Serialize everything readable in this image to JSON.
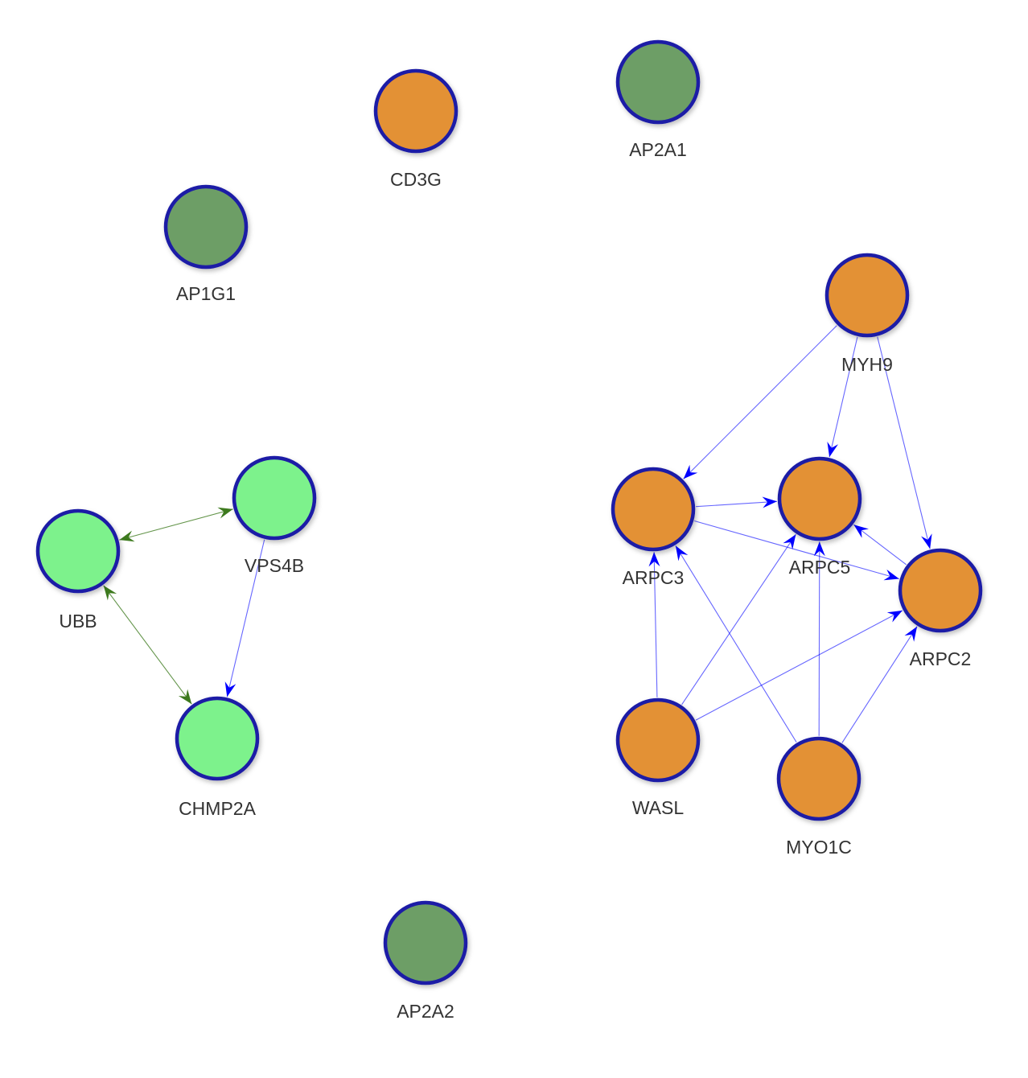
{
  "colors": {
    "node_border": "#1a1aa6",
    "orange": "#e39135",
    "dark_green": "#6d9e66",
    "light_green": "#7df28c",
    "edge_blue": "#0000ff",
    "edge_green": "#3d7a1e"
  },
  "nodes": [
    {
      "id": "CD3G",
      "label": "CD3G",
      "fill": "orange"
    },
    {
      "id": "AP2A1",
      "label": "AP2A1",
      "fill": "dark_green"
    },
    {
      "id": "AP1G1",
      "label": "AP1G1",
      "fill": "dark_green"
    },
    {
      "id": "MYH9",
      "label": "MYH9",
      "fill": "orange"
    },
    {
      "id": "VPS4B",
      "label": "VPS4B",
      "fill": "light_green"
    },
    {
      "id": "UBB",
      "label": "UBB",
      "fill": "light_green"
    },
    {
      "id": "CHMP2A",
      "label": "CHMP2A",
      "fill": "light_green"
    },
    {
      "id": "ARPC3",
      "label": "ARPC3",
      "fill": "orange"
    },
    {
      "id": "ARPC5",
      "label": "ARPC5",
      "fill": "orange"
    },
    {
      "id": "ARPC2",
      "label": "ARPC2",
      "fill": "orange"
    },
    {
      "id": "WASL",
      "label": "WASL",
      "fill": "orange"
    },
    {
      "id": "MYO1C",
      "label": "MYO1C",
      "fill": "orange"
    },
    {
      "id": "AP2A2",
      "label": "AP2A2",
      "fill": "dark_green"
    }
  ],
  "edges": [
    {
      "source": "UBB",
      "target": "VPS4B",
      "bidirectional": true,
      "color": "edge_green"
    },
    {
      "source": "UBB",
      "target": "CHMP2A",
      "bidirectional": true,
      "color": "edge_green"
    },
    {
      "source": "VPS4B",
      "target": "CHMP2A",
      "bidirectional": false,
      "color": "edge_blue"
    },
    {
      "source": "MYH9",
      "target": "ARPC3",
      "bidirectional": false,
      "color": "edge_blue"
    },
    {
      "source": "MYH9",
      "target": "ARPC5",
      "bidirectional": false,
      "color": "edge_blue"
    },
    {
      "source": "MYH9",
      "target": "ARPC2",
      "bidirectional": false,
      "color": "edge_blue"
    },
    {
      "source": "ARPC3",
      "target": "ARPC5",
      "bidirectional": false,
      "color": "edge_blue"
    },
    {
      "source": "ARPC3",
      "target": "ARPC2",
      "bidirectional": false,
      "color": "edge_blue"
    },
    {
      "source": "ARPC2",
      "target": "ARPC5",
      "bidirectional": false,
      "color": "edge_blue"
    },
    {
      "source": "WASL",
      "target": "ARPC3",
      "bidirectional": false,
      "color": "edge_blue"
    },
    {
      "source": "WASL",
      "target": "ARPC5",
      "bidirectional": false,
      "color": "edge_blue"
    },
    {
      "source": "WASL",
      "target": "ARPC2",
      "bidirectional": false,
      "color": "edge_blue"
    },
    {
      "source": "MYO1C",
      "target": "ARPC3",
      "bidirectional": false,
      "color": "edge_blue"
    },
    {
      "source": "MYO1C",
      "target": "ARPC5",
      "bidirectional": false,
      "color": "edge_blue"
    },
    {
      "source": "MYO1C",
      "target": "ARPC2",
      "bidirectional": false,
      "color": "edge_blue"
    }
  ]
}
